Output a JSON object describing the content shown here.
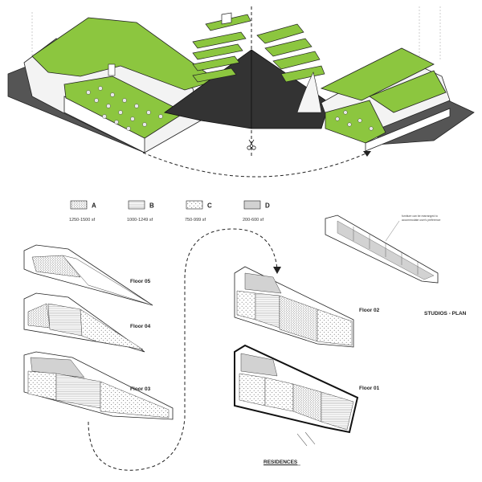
{
  "legend": [
    {
      "letter": "A",
      "range": "1250-1500 sf",
      "pattern": "dots-dense"
    },
    {
      "letter": "B",
      "range": "1000-1249 sf",
      "pattern": "hlines"
    },
    {
      "letter": "C",
      "range": "750-999 sf",
      "pattern": "dots-sparse"
    },
    {
      "letter": "D",
      "range": "200-600 sf",
      "pattern": "gray"
    }
  ],
  "floors": {
    "f05": "Floor 05",
    "f04": "Floor 04",
    "f03": "Floor 03",
    "f02": "Floor 02",
    "f01": "Floor 01"
  },
  "titles": {
    "studios": "STUDIOS - PLAN",
    "residences": "RESIDENCES"
  },
  "note": {
    "line1": "furniture can be rearranged to",
    "line2": "accommodate user's preference"
  },
  "icons": [
    "scissors-icon"
  ],
  "colors": {
    "roof_green": "#8cc63f",
    "dark_wedge": "#333333",
    "stroke": "#222222"
  }
}
